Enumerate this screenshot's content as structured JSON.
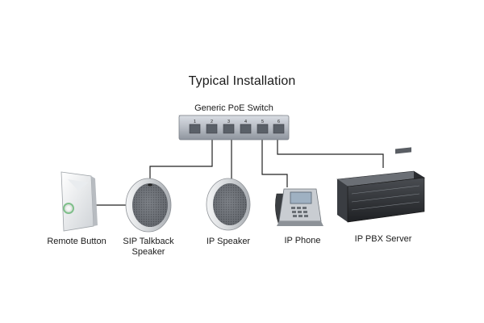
{
  "diagram": {
    "title": "Typical Installation",
    "switch": {
      "label": "Generic PoE Switch",
      "ports": [
        "1",
        "2",
        "3",
        "4",
        "5",
        "6"
      ]
    },
    "devices": {
      "remote_button": "Remote Button",
      "sip_talkback_line1": "SIP Talkback",
      "sip_talkback_line2": "Speaker",
      "ip_speaker": "IP Speaker",
      "ip_phone": "IP Phone",
      "ip_pbx_server": "IP PBX Server"
    }
  }
}
